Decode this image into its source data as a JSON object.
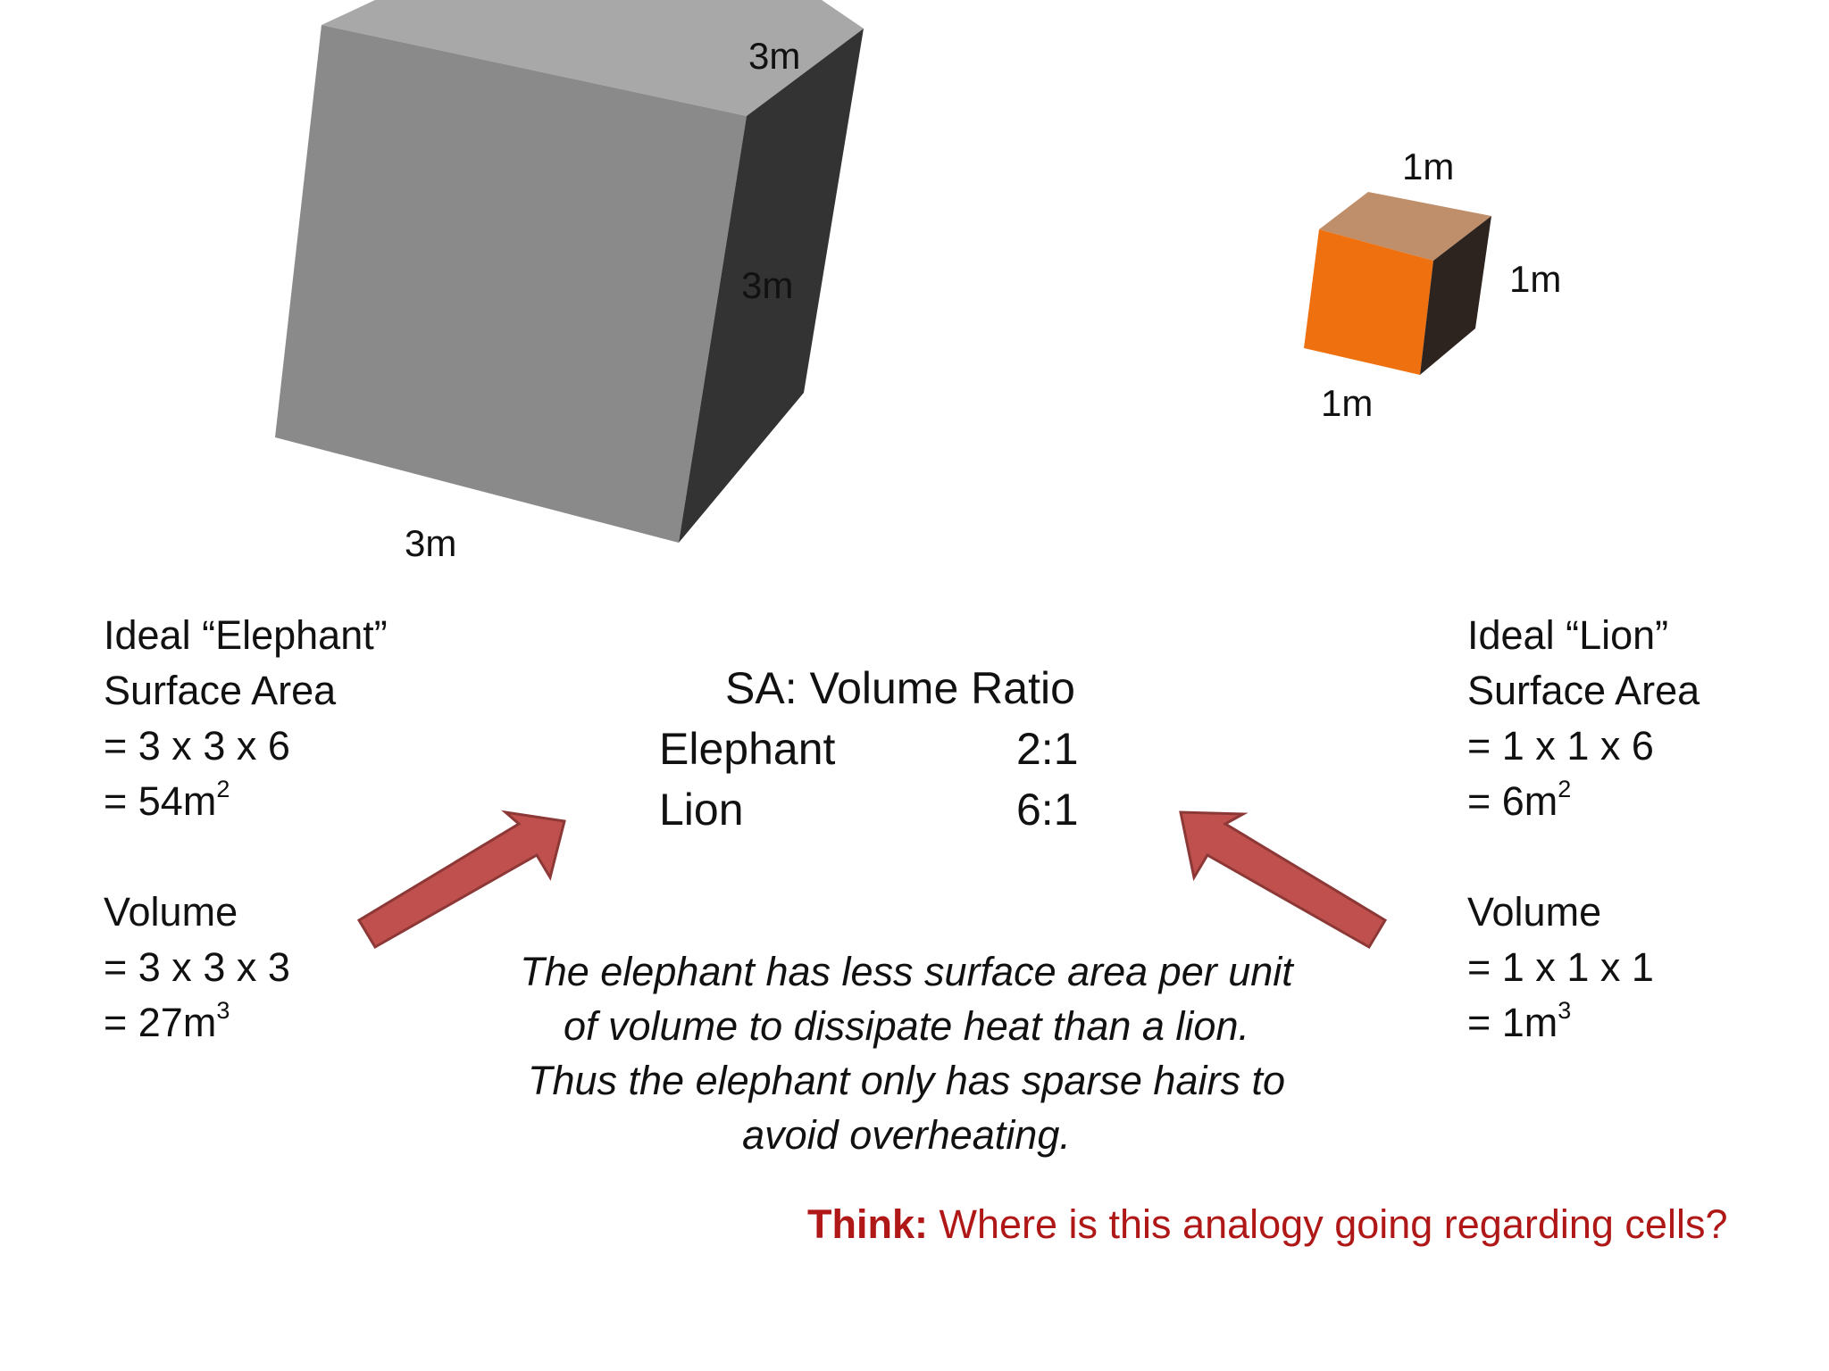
{
  "big_cube": {
    "top_label": "3m",
    "side_label": "3m",
    "bottom_label": "3m",
    "colors": {
      "front": "#8a8a8a",
      "top": "#a8a8a8",
      "side": "#333333"
    }
  },
  "small_cube": {
    "top_label": "1m",
    "side_label": "1m",
    "bottom_label": "1m",
    "colors": {
      "front": "#ef700f",
      "top": "#bf8e6a",
      "side": "#2d2420"
    }
  },
  "elephant": {
    "title": "Ideal “Elephant”",
    "sa_heading": "Surface Area",
    "sa_formula": "= 3 x 3 x 6",
    "sa_result_prefix": "= 54m",
    "sa_result_exp": "2",
    "vol_heading": "Volume",
    "vol_formula": "= 3 x 3 x 3",
    "vol_result_prefix": "= 27m",
    "vol_result_exp": "3"
  },
  "lion": {
    "title": "Ideal “Lion”",
    "sa_heading": "Surface Area",
    "sa_formula": "= 1 x 1 x 6",
    "sa_result_prefix": "= 6m",
    "sa_result_exp": "2",
    "vol_heading": "Volume",
    "vol_formula": "= 1 x 1 x 1",
    "vol_result_prefix": "= 1m",
    "vol_result_exp": "3"
  },
  "ratio": {
    "title": "SA: Volume Ratio",
    "rows": [
      {
        "name": "Elephant",
        "value": "2:1"
      },
      {
        "name": "Lion",
        "value": "6:1"
      }
    ]
  },
  "explanation": {
    "lines": [
      "The elephant has less surface area per unit",
      "of volume to dissipate heat than a lion.",
      "Thus the elephant only has sparse hairs to",
      "avoid overheating."
    ]
  },
  "think": {
    "prefix": "Think:",
    "question": " Where is this analogy going regarding cells?"
  },
  "arrow_colors": {
    "fill": "#c0504d",
    "stroke": "#8c3836"
  }
}
